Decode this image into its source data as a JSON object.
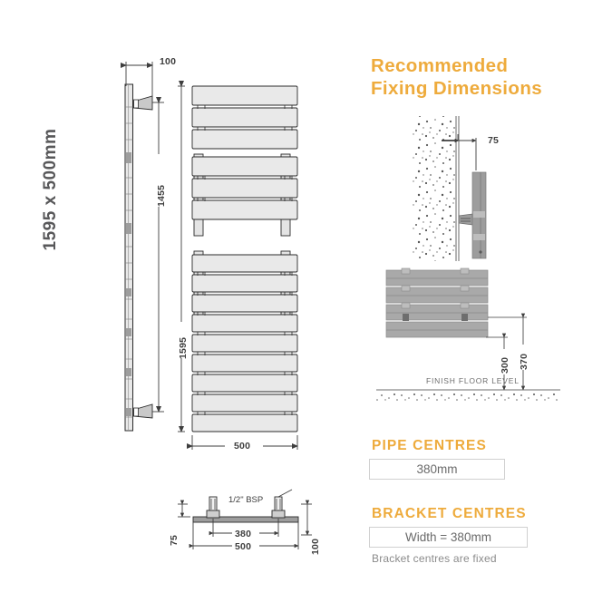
{
  "page": {
    "background": "#ffffff",
    "accent_color": "#eeab3c",
    "line_color": "#3e3e3e",
    "rail_fill": "#e9e9e9",
    "detail_fill": "#a9a9a9"
  },
  "product": {
    "size_label": "1595 x 500mm"
  },
  "front_view": {
    "dims": {
      "height": "1595",
      "width": "500"
    }
  },
  "side_view": {
    "dims": {
      "depth": "100",
      "bracket_span": "1455"
    }
  },
  "bottom_view": {
    "connection_label": "1/2\" BSP",
    "dims": {
      "pipe_centres": "380",
      "overall_width": "500",
      "offset_left": "75",
      "offset_right": "100"
    }
  },
  "fixing": {
    "heading_line1": "Recommended",
    "heading_line2": "Fixing Dimensions",
    "wall_detail": {
      "dim_projection": "75"
    },
    "floor_detail": {
      "dim_lower": "300",
      "dim_upper": "370",
      "floor_label": "FINISH FLOOR LEVEL"
    }
  },
  "pipe_centres": {
    "title": "PIPE CENTRES",
    "value": "380mm"
  },
  "bracket_centres": {
    "title": "BRACKET CENTRES",
    "value": "Width = 380mm",
    "note": "Bracket centres are fixed"
  },
  "icons": {
    "valve": "valve-connector-icon",
    "bracket": "wall-bracket-icon",
    "wall_hatch": "masonry-hatch-icon",
    "floor_hatch": "floor-hatch-icon"
  }
}
